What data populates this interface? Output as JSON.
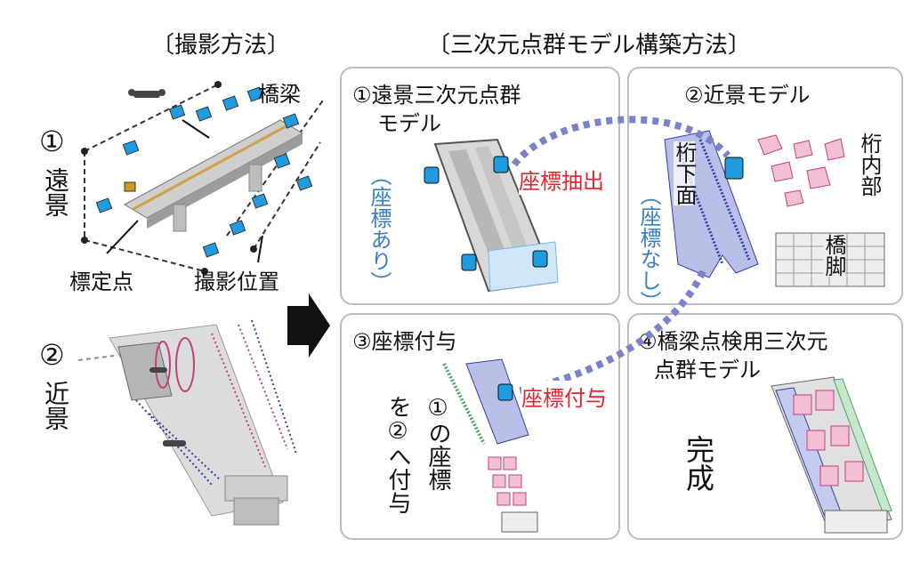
{
  "left": {
    "heading": "〔撮影方法〕",
    "step1_num": "①",
    "step1_label": "遠景",
    "bridge_label": "橋梁",
    "reference_label": "標定点",
    "camera_positions_label": "撮影位置",
    "step2_num": "②",
    "step2_label": "近景"
  },
  "right": {
    "heading": "〔三次元点群モデル構築方法〕",
    "panel1": {
      "title_line1": "①遠景三次元点群",
      "title_line2": "モデル",
      "note": "（座標あり）"
    },
    "panel2": {
      "title": "②近景モデル",
      "note": "（座標なし）",
      "label_girder_bottom": "桁下面",
      "label_girder_inner": "桁内部",
      "label_pier": "橋脚"
    },
    "panel3": {
      "title": "③座標付与",
      "instruction_col1": "を②へ付与",
      "instruction_col2": "①の座標"
    },
    "panel4": {
      "title_line1": "④橋梁点検用三次元",
      "title_line2": "点群モデル",
      "status": "完成"
    },
    "arrow_extract": "座標抽出",
    "arrow_assign": "座標付与"
  },
  "colors": {
    "accent_red": "#e2262f",
    "note_blue": "#3a7fc4",
    "dotted_arrow": "#7b82c9",
    "camera_blue": "#1f9be0",
    "panel_border": "#bdbdbd"
  }
}
